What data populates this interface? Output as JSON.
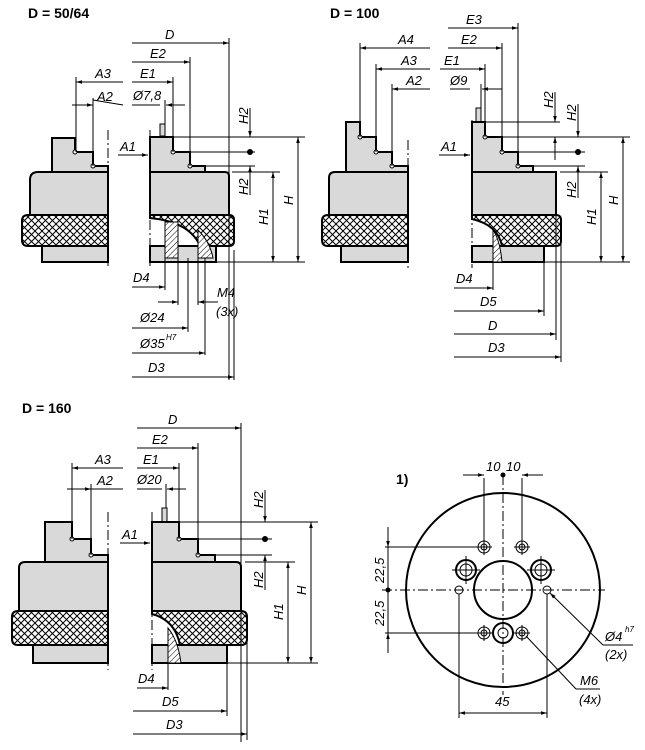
{
  "views": {
    "d50": {
      "title": "D = 50/64",
      "labels": {
        "D": "D",
        "E2": "E2",
        "E1": "E1",
        "A3": "A3",
        "A2": "A2",
        "pin_dia": "Ø7,8",
        "A1": "A1",
        "H2_top": "H2",
        "H2_bottom": "H2",
        "H1": "H1",
        "H": "H",
        "D4": "D4",
        "M4": "M4",
        "M4_count": "(3x)",
        "d24": "Ø24",
        "d35": "Ø35",
        "d35_tol": "H7",
        "D3": "D3"
      }
    },
    "d100": {
      "title": "D = 100",
      "labels": {
        "E3": "E3",
        "A4": "A4",
        "E2": "E2",
        "A3": "A3",
        "E1": "E1",
        "A2": "A2",
        "pin_dia": "Ø9",
        "A1": "A1",
        "H2_a": "H2",
        "H2_b": "H2",
        "H2_c": "H2",
        "H1": "H1",
        "H": "H",
        "D4": "D4",
        "D5": "D5",
        "D": "D",
        "D3": "D3"
      }
    },
    "d160": {
      "title": "D = 160",
      "labels": {
        "D": "D",
        "E2": "E2",
        "E1": "E1",
        "A3": "A3",
        "A2": "A2",
        "pin_dia": "Ø20",
        "A1": "A1",
        "H2_top": "H2",
        "H2_bottom": "H2",
        "H1": "H1",
        "H": "H",
        "D4": "D4",
        "D5": "D5",
        "D3": "D3"
      }
    },
    "detail": {
      "title": "1)",
      "labels": {
        "dim_10_left": "10",
        "dim_10_right": "10",
        "dim_22_5_top": "22,5",
        "dim_22_5_bottom": "22,5",
        "pin_hole": "Ø4",
        "pin_hole_tol": "h7",
        "pin_hole_count": "(2x)",
        "thread": "M6",
        "thread_count": "(4x)",
        "dim_45": "45"
      }
    }
  },
  "colors": {
    "body_fill": "#d9d9d9",
    "line": "#000000",
    "background": "#ffffff"
  }
}
